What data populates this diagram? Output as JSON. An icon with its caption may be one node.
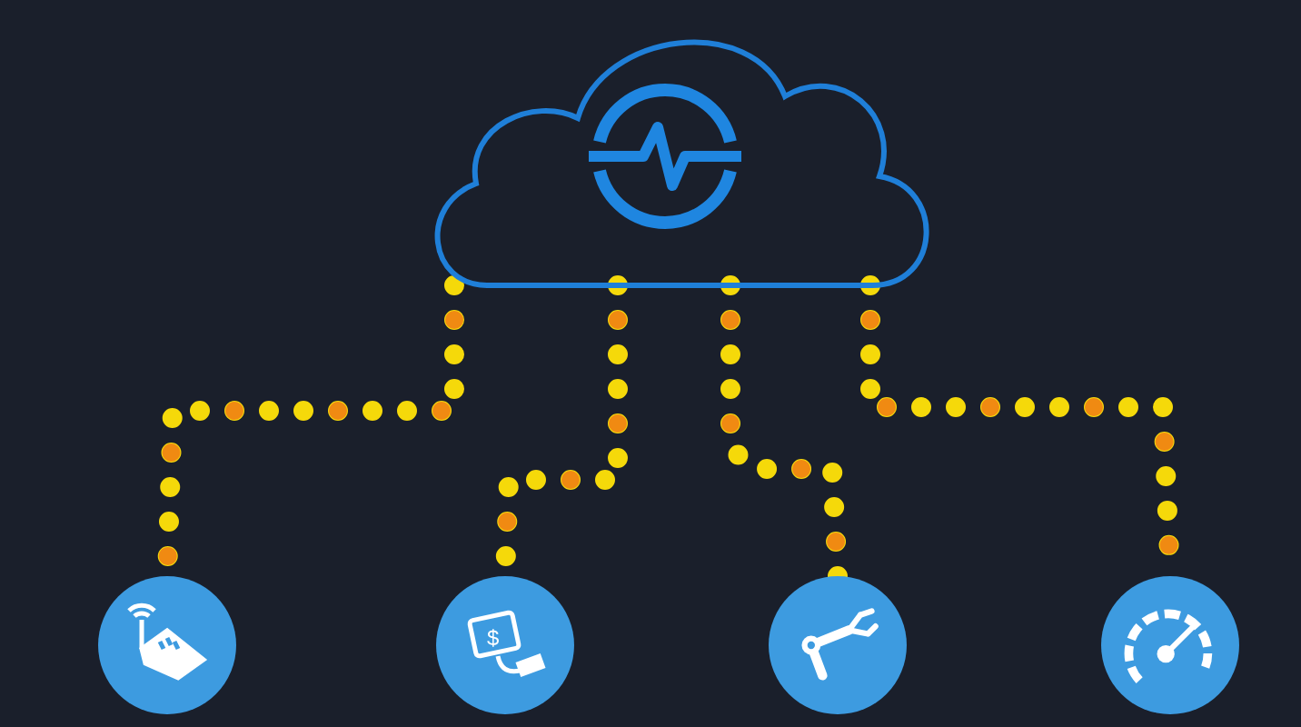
{
  "diagram": {
    "nodes": [
      {
        "text": [],
        "shape": "cloud"
      },
      {
        "text": [],
        "shape": "circle"
      },
      {
        "text": [],
        "shape": "circle"
      },
      {
        "text": [],
        "shape": "circle"
      },
      {
        "text": [],
        "shape": "circle"
      }
    ],
    "edges": [
      {
        "from": 0,
        "to": 1,
        "arrow": "none"
      },
      {
        "from": 0,
        "to": 2,
        "arrow": "none"
      },
      {
        "from": 0,
        "to": 3,
        "arrow": "none"
      },
      {
        "from": 0,
        "to": 4,
        "arrow": "none"
      }
    ],
    "labels": [
      "$"
    ]
  }
}
